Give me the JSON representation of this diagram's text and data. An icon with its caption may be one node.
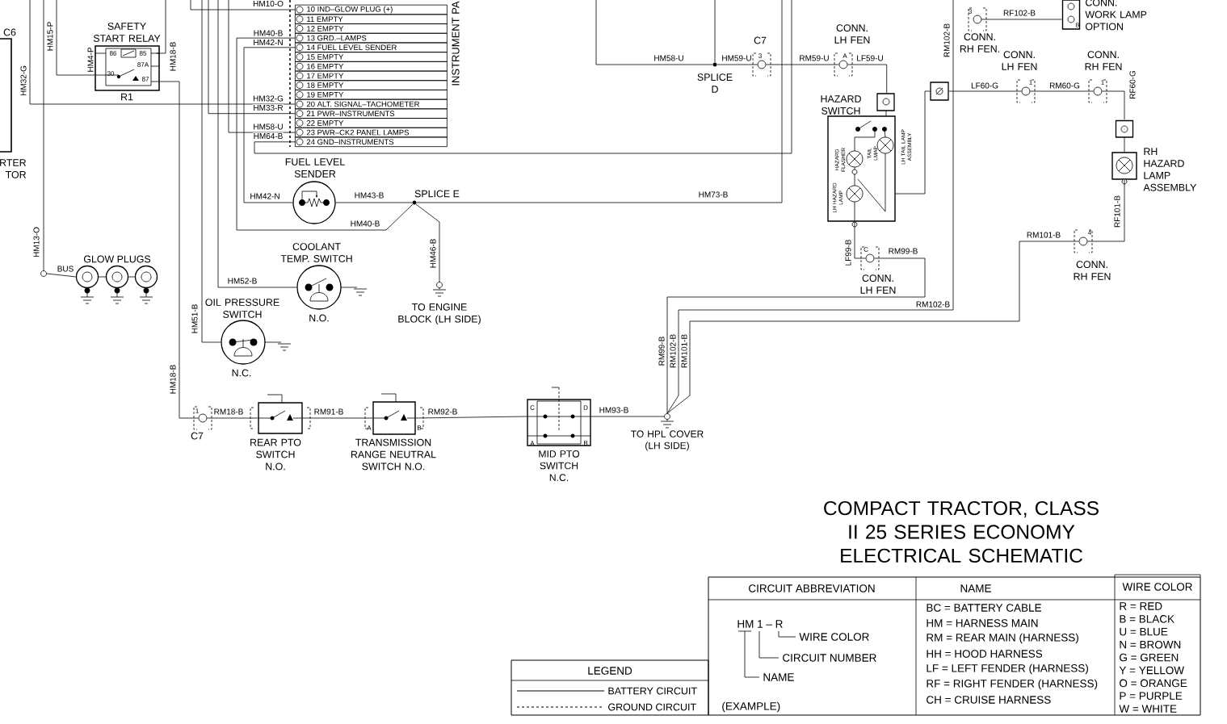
{
  "diagram": {
    "title": "COMPACT TRACTOR, CLASS II 25 SERIES ECONOMY ELECTRICAL SCHEMATIC",
    "nodes": [
      {
        "text": [
          "C6",
          "RTER TOR"
        ]
      },
      {
        "text": [
          "SAFETY START RELAY"
        ],
        "beside": [
          "R1"
        ]
      },
      {
        "text": [
          "10 IND–GLOW PLUG (+)"
        ]
      },
      {
        "text": [
          "11 EMPTY"
        ]
      },
      {
        "text": [
          "12 EMPTY"
        ]
      },
      {
        "text": [
          "13 GRD.–LAMPS"
        ]
      },
      {
        "text": [
          "14 FUEL LEVEL SENDER"
        ]
      },
      {
        "text": [
          "15 EMPTY"
        ]
      },
      {
        "text": [
          "16 EMPTY"
        ]
      },
      {
        "text": [
          "17 EMPTY"
        ]
      },
      {
        "text": [
          "18 EMPTY"
        ]
      },
      {
        "text": [
          "19 EMPTY"
        ]
      },
      {
        "text": [
          "20 ALT. SIGNAL–TACHOMETER"
        ]
      },
      {
        "text": [
          "21 PWR–INSTRUMENTS"
        ]
      },
      {
        "text": [
          "22 EMPTY"
        ]
      },
      {
        "text": [
          "23 PWR–CK2 PANEL LAMPS"
        ]
      },
      {
        "text": [
          "24 GND–INSTRUMENTS"
        ]
      },
      {
        "text": [
          "FUEL LEVEL SENDER"
        ]
      },
      {
        "text": [
          "SPLICE E"
        ]
      },
      {
        "text": [
          "TO ENGINE BLOCK (LH SIDE)"
        ]
      },
      {
        "text": [],
        "shape": "circle"
      },
      {
        "text": [
          "GLOW PLUGS"
        ]
      },
      {
        "text": [
          "COOLANT TEMP. SWITCH",
          "N.O."
        ]
      },
      {
        "text": [
          "OIL PRESSURE SWITCH",
          "N.C."
        ]
      },
      {
        "text": [
          "1"
        ],
        "beside": [
          "C7"
        ]
      },
      {
        "text": [
          "REAR PTO SWITCH N.O."
        ]
      },
      {
        "text": [
          "TRANSMISSION RANGE NEUTRAL SWITCH N.O."
        ],
        "beside": [
          "A",
          "B"
        ]
      },
      {
        "text": [
          "MID PTO SWITCH N.C."
        ]
      },
      {
        "text": [
          "TO HPL COVER (LH SIDE)"
        ]
      },
      {
        "text": [
          "SPLICE D"
        ]
      },
      {
        "text": [
          "3"
        ],
        "beside": [
          "C7"
        ]
      },
      {
        "text": [
          "A"
        ],
        "beside": [
          "CONN. LH FEN"
        ]
      },
      {
        "text": [
          "HAZARD SWITCH",
          "HAZARD FLASHER",
          "TAIL LMAP",
          "LH TAIL LAMP ASSEMBLY",
          "LH HAZARD LAMP"
        ]
      },
      {
        "text": [
          "C"
        ],
        "beside": [
          "CONN. LH FEN"
        ]
      },
      {
        "text": [],
        "shape": "box"
      },
      {
        "text": [
          "1"
        ],
        "beside": [
          "CONN. LH FEN"
        ]
      },
      {
        "text": [
          "1"
        ],
        "beside": [
          "CONN. RH FEN"
        ]
      },
      {
        "text": [
          "RH HAZARD LAMP ASSEMBLY"
        ]
      },
      {
        "text": [
          "4"
        ],
        "beside": [
          "CONN. RH FEN"
        ]
      },
      {
        "text": [
          "3"
        ],
        "beside": [
          "CONN. RH FEN."
        ]
      },
      {
        "text": [
          "CONN. WORK LAMP OPTION"
        ]
      }
    ],
    "edges": [
      {
        "from": null,
        "to": 2,
        "arrow": "none",
        "label": "HM10-O"
      },
      {
        "from": 5,
        "to": 18,
        "arrow": "none",
        "label": "HM40-B"
      },
      {
        "from": 6,
        "to": 17,
        "arrow": "none",
        "label": "HM42-N"
      },
      {
        "from": null,
        "to": 12,
        "arrow": "none",
        "label": "HM32-G"
      },
      {
        "from": null,
        "to": 13,
        "arrow": "none",
        "label": "HM33-R"
      },
      {
        "from": null,
        "to": 15,
        "arrow": "none",
        "label": "HM58-U"
      },
      {
        "from": null,
        "to": 16,
        "arrow": "none",
        "label": "HM64-B"
      },
      {
        "from": null,
        "to": 1,
        "arrow": "none",
        "label": "HM15-P"
      },
      {
        "from": 1,
        "to": 24,
        "arrow": "none",
        "label": "HM18-B"
      },
      {
        "from": null,
        "to": 20,
        "arrow": "none",
        "label": "HM13-O"
      },
      {
        "from": 20,
        "to": 21,
        "arrow": "none",
        "label": "BUS"
      },
      {
        "from": null,
        "to": 22,
        "arrow": "none",
        "label": "HM52-B"
      },
      {
        "from": null,
        "to": 23,
        "arrow": "none",
        "label": "HM51-B"
      },
      {
        "from": 17,
        "to": 18,
        "arrow": "none",
        "label": "HM43-B"
      },
      {
        "from": 18,
        "to": null,
        "arrow": "none",
        "label": "HM73-B"
      },
      {
        "from": 18,
        "to": 19,
        "arrow": "none",
        "label": "HM46-B"
      },
      {
        "from": 24,
        "to": 25,
        "arrow": "none",
        "label": "RM18-B"
      },
      {
        "from": 25,
        "to": 26,
        "arrow": "none",
        "label": "RM91-B"
      },
      {
        "from": 26,
        "to": 27,
        "arrow": "none",
        "label": "RM92-B"
      },
      {
        "from": 27,
        "to": 28,
        "arrow": "none",
        "label": "HM93-B"
      },
      {
        "from": 28,
        "to": 33,
        "arrow": "none",
        "label": "RM99-B"
      },
      {
        "from": 28,
        "to": null,
        "arrow": "none",
        "label": "RM102-B"
      },
      {
        "from": 28,
        "to": 38,
        "arrow": "none",
        "label": "RM101-B"
      },
      {
        "from": 29,
        "to": 30,
        "arrow": "none",
        "label": "HM59-U"
      },
      {
        "from": null,
        "to": 29,
        "arrow": "none",
        "label": "HM58-U"
      },
      {
        "from": null,
        "to": 29,
        "arrow": "none"
      },
      {
        "from": 30,
        "to": 31,
        "arrow": "none",
        "label": "RM59-U"
      },
      {
        "from": 31,
        "to": 32,
        "arrow": "none",
        "label": "LF59-U"
      },
      {
        "from": 32,
        "to": 33,
        "arrow": "none",
        "label": "LF99-B"
      },
      {
        "from": 34,
        "to": 35,
        "arrow": "none",
        "label": "LF60-G"
      },
      {
        "from": 34,
        "to": 32,
        "arrow": "none"
      },
      {
        "from": 35,
        "to": 36,
        "arrow": "none",
        "label": "RM60-G"
      },
      {
        "from": 36,
        "to": 37,
        "arrow": "none",
        "label": "RF60-G"
      },
      {
        "from": 38,
        "to": 37,
        "arrow": "none",
        "label": "RF101-B"
      },
      {
        "from": 39,
        "to": 40,
        "arrow": "none",
        "label": "RF102-B"
      }
    ],
    "labels": [
      "HM4-P",
      "86",
      "85",
      "87A",
      "30",
      "87",
      "HM32-G",
      "HM18-B",
      "INSTRUMENT PA",
      "HM42-N",
      "HM40-B",
      "RM99-B",
      "RM102-B",
      "RM102-B",
      "RM101-B",
      "B",
      "C",
      "D",
      "A",
      "B",
      "LEGEND",
      "CIRCUIT ABBREVIATION",
      "NAME",
      "WIRE COLOR",
      "HM 1 – R",
      "WIRE COLOR",
      "CIRCUIT NUMBER",
      "NAME",
      "(EXAMPLE)",
      "BC = BATTERY CABLE",
      "HM = HARNESS MAIN",
      "RM = REAR MAIN (HARNESS)",
      "HH = HOOD HARNESS",
      "LF = LEFT FENDER (HARNESS)",
      "RF = RIGHT FENDER (HARNESS)",
      "CH = CRUISE HARNESS",
      "R = RED",
      "B = BLACK",
      "U = BLUE",
      "N = BROWN",
      "G = GREEN",
      "Y = YELLOW",
      "O = ORANGE",
      "P = PURPLE",
      "W = WHITE"
    ],
    "legend": [
      {
        "text": "BATTERY CIRCUIT"
      },
      {
        "text": "GROUND CIRCUIT"
      }
    ]
  }
}
